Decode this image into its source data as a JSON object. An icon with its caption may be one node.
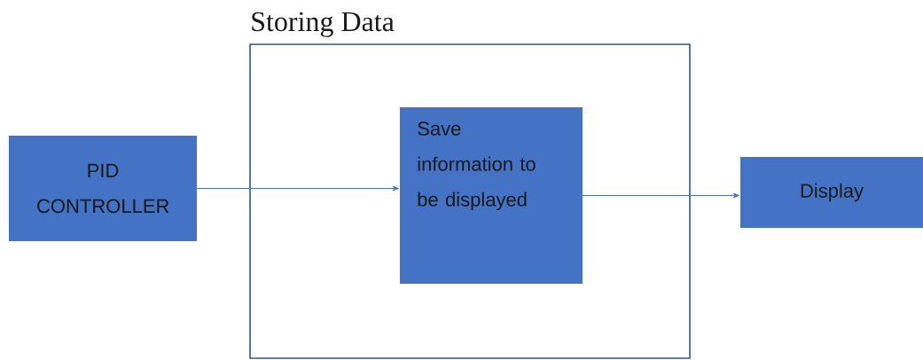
{
  "diagram": {
    "nodes": [
      {
        "text": [
          "Storing Data"
        ]
      },
      {
        "text": [
          "PID CONTROLLER"
        ]
      },
      {
        "text": [
          "Save information to be displayed"
        ],
        "in": 0
      },
      {
        "text": [
          "Display"
        ]
      }
    ],
    "edges": [
      {
        "from": 1,
        "to": 2,
        "arrow": "to"
      },
      {
        "from": 2,
        "to": 3,
        "arrow": "to"
      }
    ]
  }
}
